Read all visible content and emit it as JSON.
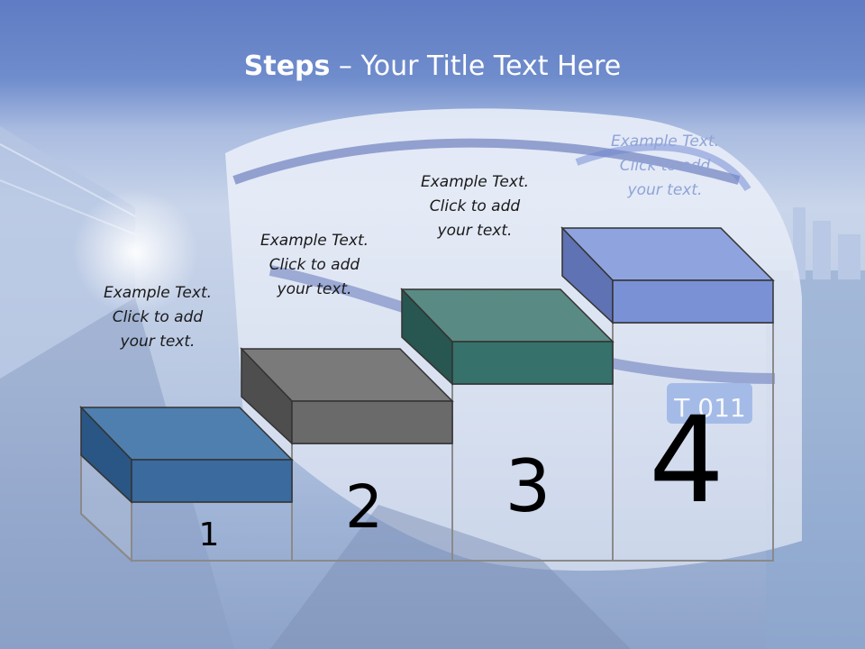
{
  "slide": {
    "title_bold": "Steps",
    "title_rest": " – Your Title Text Here",
    "background_image": "high-speed-train-photo",
    "steps": [
      {
        "number": "1",
        "caption": [
          "Example Text.",
          "Click  to add",
          "your text."
        ],
        "color": "#3d6a9a"
      },
      {
        "number": "2",
        "caption": [
          "Example Text.",
          "Click  to add",
          "your text."
        ],
        "color": "#6a6a6a"
      },
      {
        "number": "3",
        "caption": [
          "Example Text.",
          "Click  to add",
          "your text."
        ],
        "color": "#3f7a74"
      },
      {
        "number": "4",
        "caption": [
          "Example Text.",
          "Click  to add",
          "your text."
        ],
        "color": "#7b91d6"
      }
    ]
  }
}
